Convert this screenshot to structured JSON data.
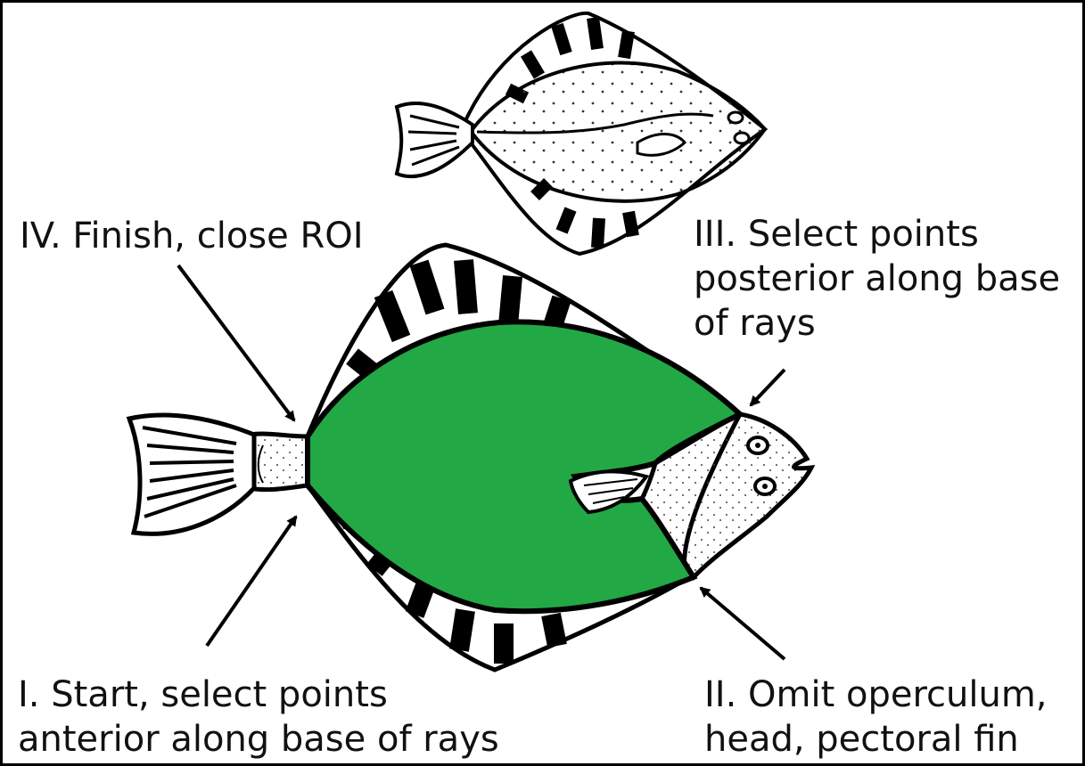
{
  "labels": {
    "step_iv": "IV. Finish, close ROI",
    "step_iii": [
      "III. Select points",
      "posterior along base",
      "of rays"
    ],
    "step_i": [
      "I. Start, select points",
      "anterior along base of rays"
    ],
    "step_ii": [
      "II. Omit operculum,",
      "head, pectoral fin"
    ]
  },
  "colors": {
    "roi_fill": "#22a845",
    "outline": "#000000",
    "background": "#ffffff"
  }
}
